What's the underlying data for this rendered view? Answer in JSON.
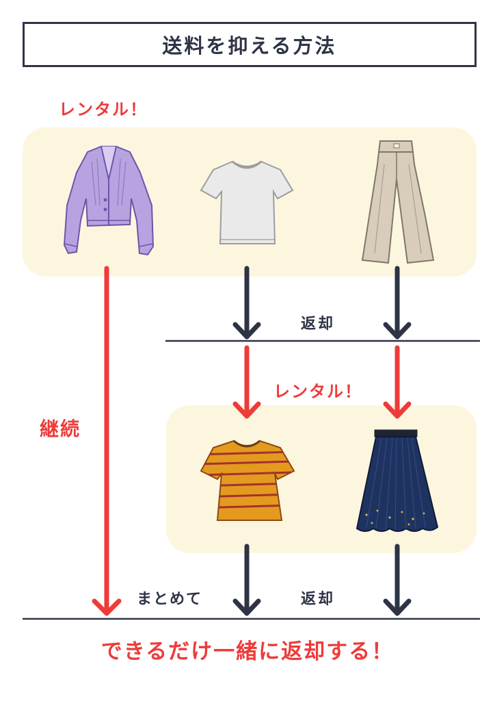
{
  "title": "送料を抑える方法",
  "labels": {
    "rental_top": "レンタル！",
    "rental_middle": "レンタル！",
    "continue": "継続",
    "return_first": "返却",
    "return_second": "返却",
    "together": "まとめて",
    "conclusion": "できるだけ一緒に返却する！"
  },
  "items": {
    "first_rental": [
      "cardigan",
      "t-shirt",
      "wide-pants"
    ],
    "second_rental": [
      "striped-t-shirt",
      "pleated-skirt"
    ]
  },
  "colors": {
    "accent_red": "#ee3b3a",
    "dark_navy": "#2e3446",
    "panel_cream": "#fdf6df"
  }
}
